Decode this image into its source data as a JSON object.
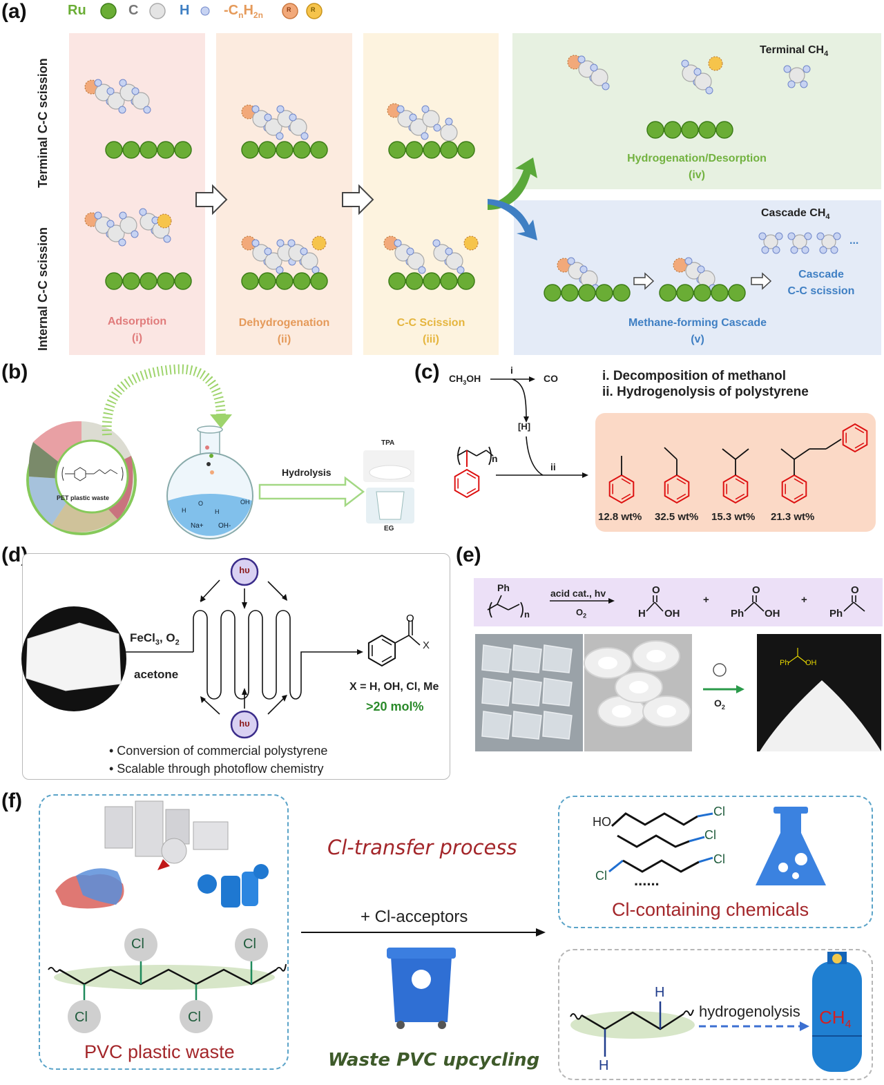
{
  "panel_labels": {
    "a": "(a)",
    "b": "(b)",
    "c": "(c)",
    "d": "(d)",
    "e": "(e)",
    "f": "(f)"
  },
  "legend_a": {
    "ru": "Ru",
    "c": "C",
    "h": "H",
    "cnh2n": "-CnH2n",
    "r": "R",
    "colors": {
      "ru": "#6aad35",
      "c": "#cfcfcf",
      "h": "#a9b9e8",
      "r_orange": "#f2a97a",
      "r_yellow": "#f6c44b"
    }
  },
  "panel_a": {
    "row_terminal": "Terminal C-C scission",
    "row_internal": "Internal C-C scission",
    "stages": [
      {
        "name": "Adsorption",
        "num": "(i)",
        "color": "#e07b7b",
        "bg": "#fbe6e3"
      },
      {
        "name": "Dehydrogenation",
        "num": "(ii)",
        "color": "#e59a5a",
        "bg": "#fcebdf"
      },
      {
        "name": "C-C Scission",
        "num": "(iii)",
        "color": "#e5b53e",
        "bg": "#fdf3df"
      }
    ],
    "terminal_ch4": "Terminal CH4",
    "hydrogenation": "Hydrogenation/Desorption",
    "hydrogenation_num": "(iv)",
    "cascade_ch4": "Cascade CH4",
    "cascade_scission_1": "Cascade",
    "cascade_scission_2": "C-C scission",
    "methane_cascade": "Methane-forming Cascade",
    "methane_cascade_num": "(v)",
    "ellipsis": "...",
    "colors": {
      "green_text": "#72b240",
      "green_bg": "#e7f1e1",
      "blue_text": "#3f7fc3",
      "blue_bg": "#e4ebf7"
    }
  },
  "panel_b": {
    "pet_label": "PET plastic waste",
    "hydrolysis": "Hydrolysis",
    "tpa": "TPA",
    "eg": "EG",
    "na": "Na+",
    "oh": "OH-",
    "water_h1": "H",
    "water_o": "O",
    "water_h2": "H",
    "eg_oh": "OH"
  },
  "panel_c": {
    "ch3oh": "CH3OH",
    "co": "CO",
    "step_i": "i",
    "step_ii": "ii",
    "h": "[H]",
    "n": "n",
    "legend_i": "i.  Decomposition of methanol",
    "legend_ii": "ii. Hydrogenolysis of polystyrene",
    "yields": [
      "12.8 wt%",
      "32.5 wt%",
      "15.3 wt%",
      "21.3 wt%"
    ]
  },
  "panel_d": {
    "hv": "hυ",
    "reagent": "FeCl3, O2",
    "solvent": "acetone",
    "x_label": "X",
    "x_groups": "X = H, OH, Cl, Me",
    "yield": ">20 mol%",
    "bullet1": "• Conversion of commercial polystyrene",
    "bullet2": "• Scalable through photoflow chemistry"
  },
  "panel_e": {
    "ph": "Ph",
    "n": "n",
    "conditions": "acid cat., hv",
    "o2": "O2",
    "plus": "+",
    "formic_h": "H",
    "oh": "OH",
    "o": "O",
    "product_label_ph": "Ph",
    "product_label_oh": "OH"
  },
  "panel_f": {
    "transfer": "Cl-transfer process",
    "acceptors": "+  Cl-acceptors",
    "upcycling": "Waste PVC upcycling",
    "pvc_waste": "PVC plastic waste",
    "cl_chemicals": "Cl-containing chemicals",
    "hydrogenolysis": "hydrogenolysis",
    "ch4": "CH4",
    "cl": "Cl",
    "ho": "HO",
    "h": "H",
    "dots": "......"
  }
}
